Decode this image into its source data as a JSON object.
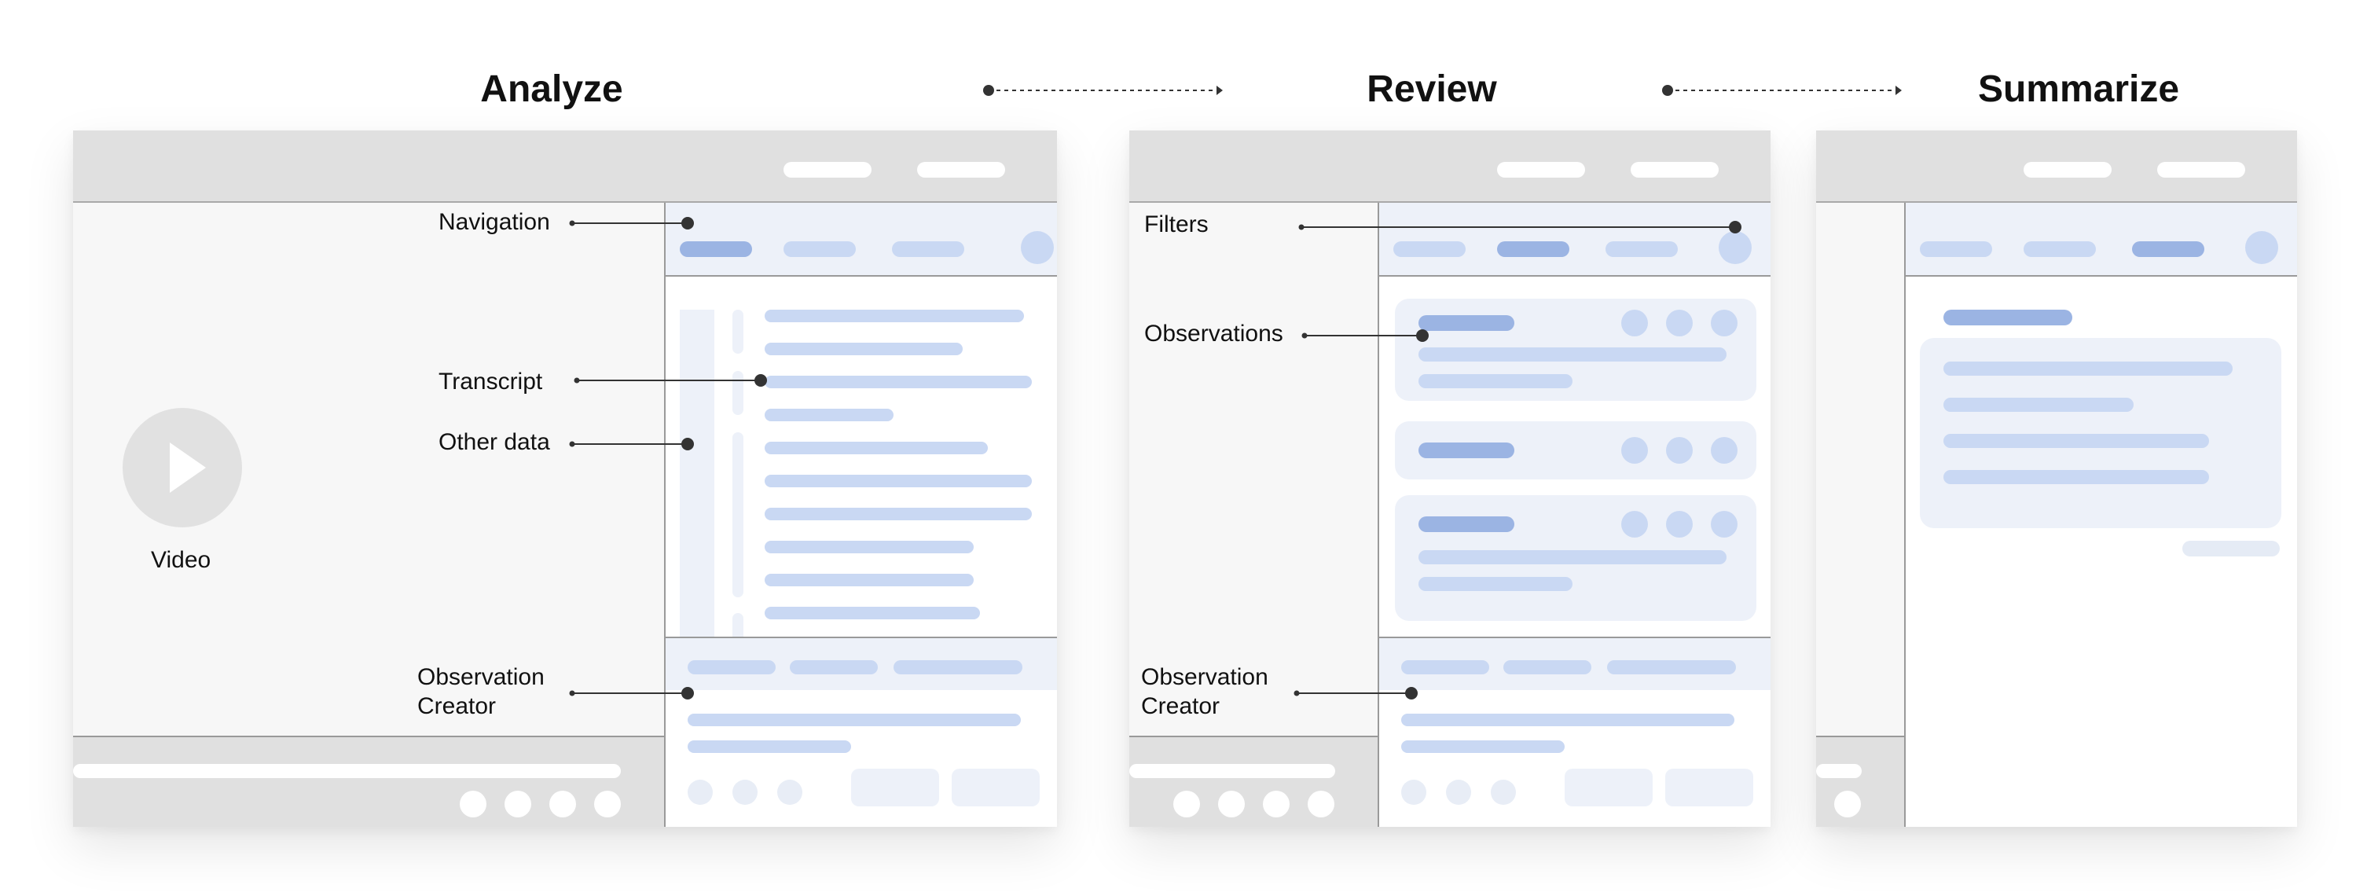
{
  "titles": {
    "analyze": "Analyze",
    "review": "Review",
    "summarize": "Summarize"
  },
  "labels": {
    "navigation": "Navigation",
    "transcript": "Transcript",
    "other_data": "Other data",
    "video": "Video",
    "observation_creator": "Observation\nCreator",
    "filters": "Filters",
    "observations": "Observations",
    "observation_creator_review": "Observation\nCreator"
  },
  "colors": {
    "chrome": "#e0e0e0",
    "accent_pill": "#9bb4e3",
    "light_pill": "#c9d8f3",
    "card_bg": "#edf1f9",
    "connector": "#333333"
  },
  "icons": {
    "video_play": "play-icon"
  }
}
